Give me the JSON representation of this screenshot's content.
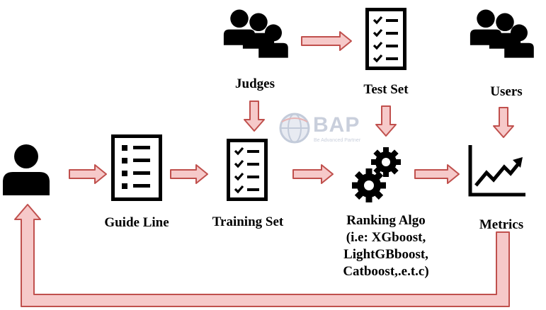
{
  "colors": {
    "arrow_fill": "#f6c9c9",
    "arrow_stroke": "#c0504d",
    "icon": "#000000",
    "watermark": "#c9cfdc"
  },
  "nodes": {
    "user": {
      "icon": "single-person-icon"
    },
    "guide_line": {
      "label": "Guide Line",
      "icon": "bulleted-list-icon"
    },
    "training_set": {
      "label": "Training Set",
      "icon": "checklist-icon"
    },
    "judges": {
      "label": "Judges",
      "icon": "people-group-icon"
    },
    "test_set": {
      "label": "Test Set",
      "icon": "checklist-icon"
    },
    "ranking_algo": {
      "label_lines": [
        "Ranking Algo",
        "(i.e: XGboost,",
        "LightGBboost,",
        "Catboost,.e.t.c)"
      ],
      "icon": "gears-icon"
    },
    "users": {
      "label": "Users",
      "icon": "people-group-icon"
    },
    "metrics": {
      "label": "Metrics",
      "icon": "line-chart-icon"
    }
  },
  "watermark": {
    "text": "BAP",
    "tagline": "Be Advanced Partner",
    "icon": "globe-icon"
  }
}
